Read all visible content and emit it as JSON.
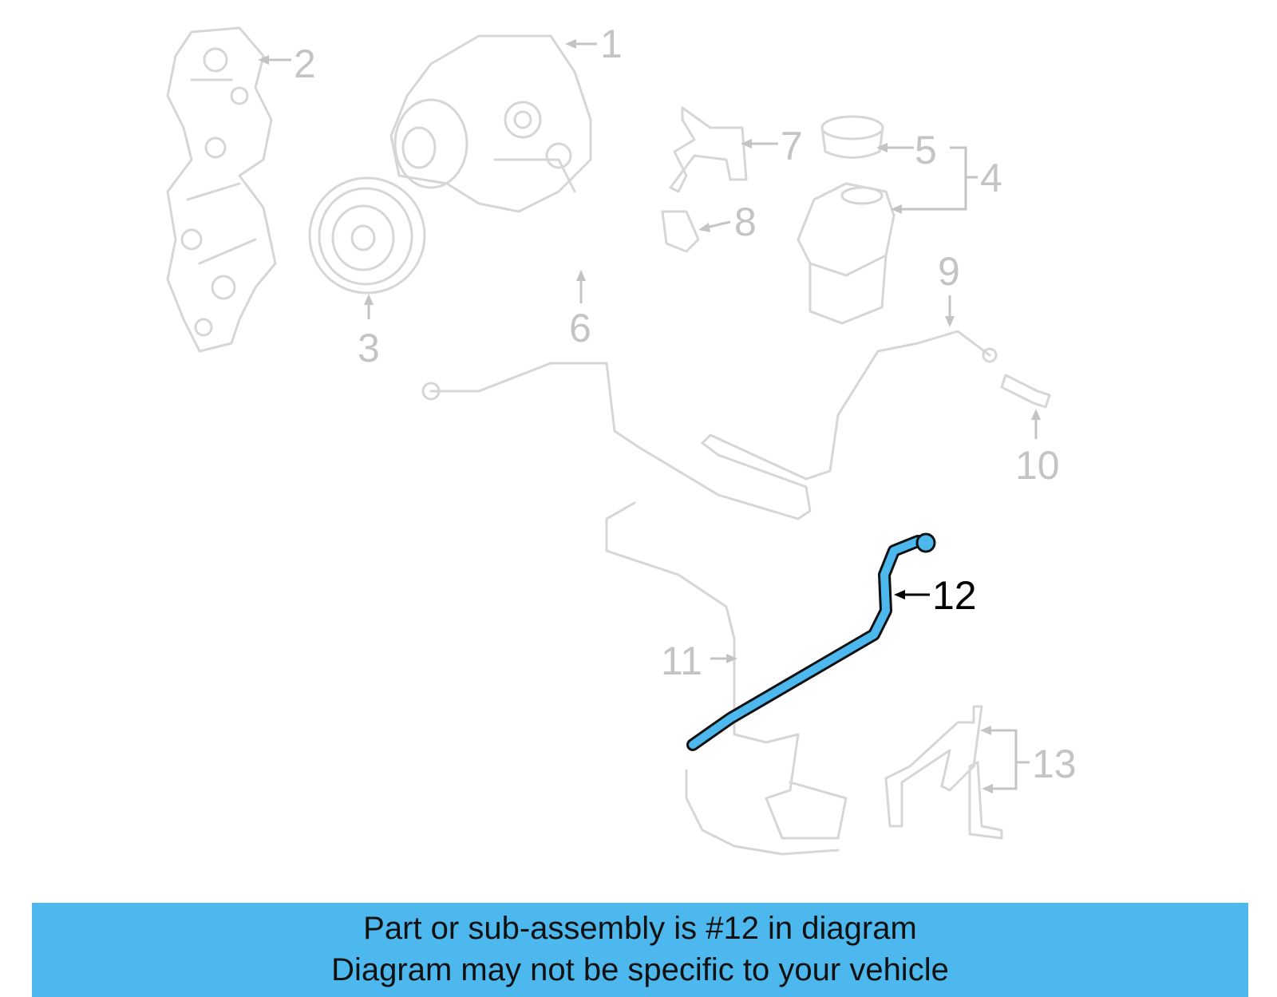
{
  "callouts": [
    {
      "id": "1",
      "label": "1"
    },
    {
      "id": "2",
      "label": "2"
    },
    {
      "id": "3",
      "label": "3"
    },
    {
      "id": "4",
      "label": "4"
    },
    {
      "id": "5",
      "label": "5"
    },
    {
      "id": "6",
      "label": "6"
    },
    {
      "id": "7",
      "label": "7"
    },
    {
      "id": "8",
      "label": "8"
    },
    {
      "id": "9",
      "label": "9"
    },
    {
      "id": "10",
      "label": "10"
    },
    {
      "id": "11",
      "label": "11"
    },
    {
      "id": "12",
      "label": "12"
    },
    {
      "id": "13",
      "label": "13"
    }
  ],
  "highlight": {
    "part": "12",
    "color": "#4cb8ee"
  },
  "banner": {
    "line1": "Part or sub-assembly is #12 in diagram",
    "line2": "Diagram may not be specific to your vehicle",
    "color": "#4cb8ee"
  }
}
